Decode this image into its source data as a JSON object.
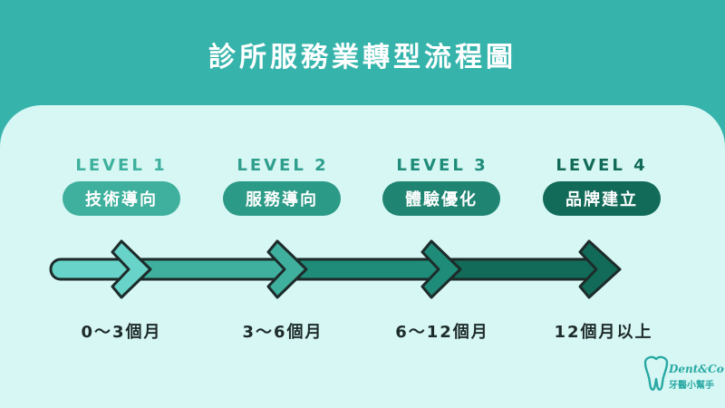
{
  "title": "診所服務業轉型流程圖",
  "colors": {
    "header_bg": "#36b4ac",
    "panel_bg": "#d6f7f4",
    "stage1": "#68d3c8",
    "stage2": "#3fb09d",
    "stage3": "#1f8c79",
    "stage4": "#126b58",
    "outline": "#1d2b2a"
  },
  "levels": [
    {
      "level": "LEVEL 1",
      "name": "技術導向",
      "time": "0～3個月"
    },
    {
      "level": "LEVEL 2",
      "name": "服務導向",
      "time": "3～6個月"
    },
    {
      "level": "LEVEL 3",
      "name": "體驗優化",
      "time": "6～12個月"
    },
    {
      "level": "LEVEL 4",
      "name": "品牌建立",
      "time": "12個月以上"
    }
  ],
  "logo": {
    "icon": "tooth-icon",
    "brand": "Dent&Co",
    "subtitle": "牙醫小幫手"
  }
}
